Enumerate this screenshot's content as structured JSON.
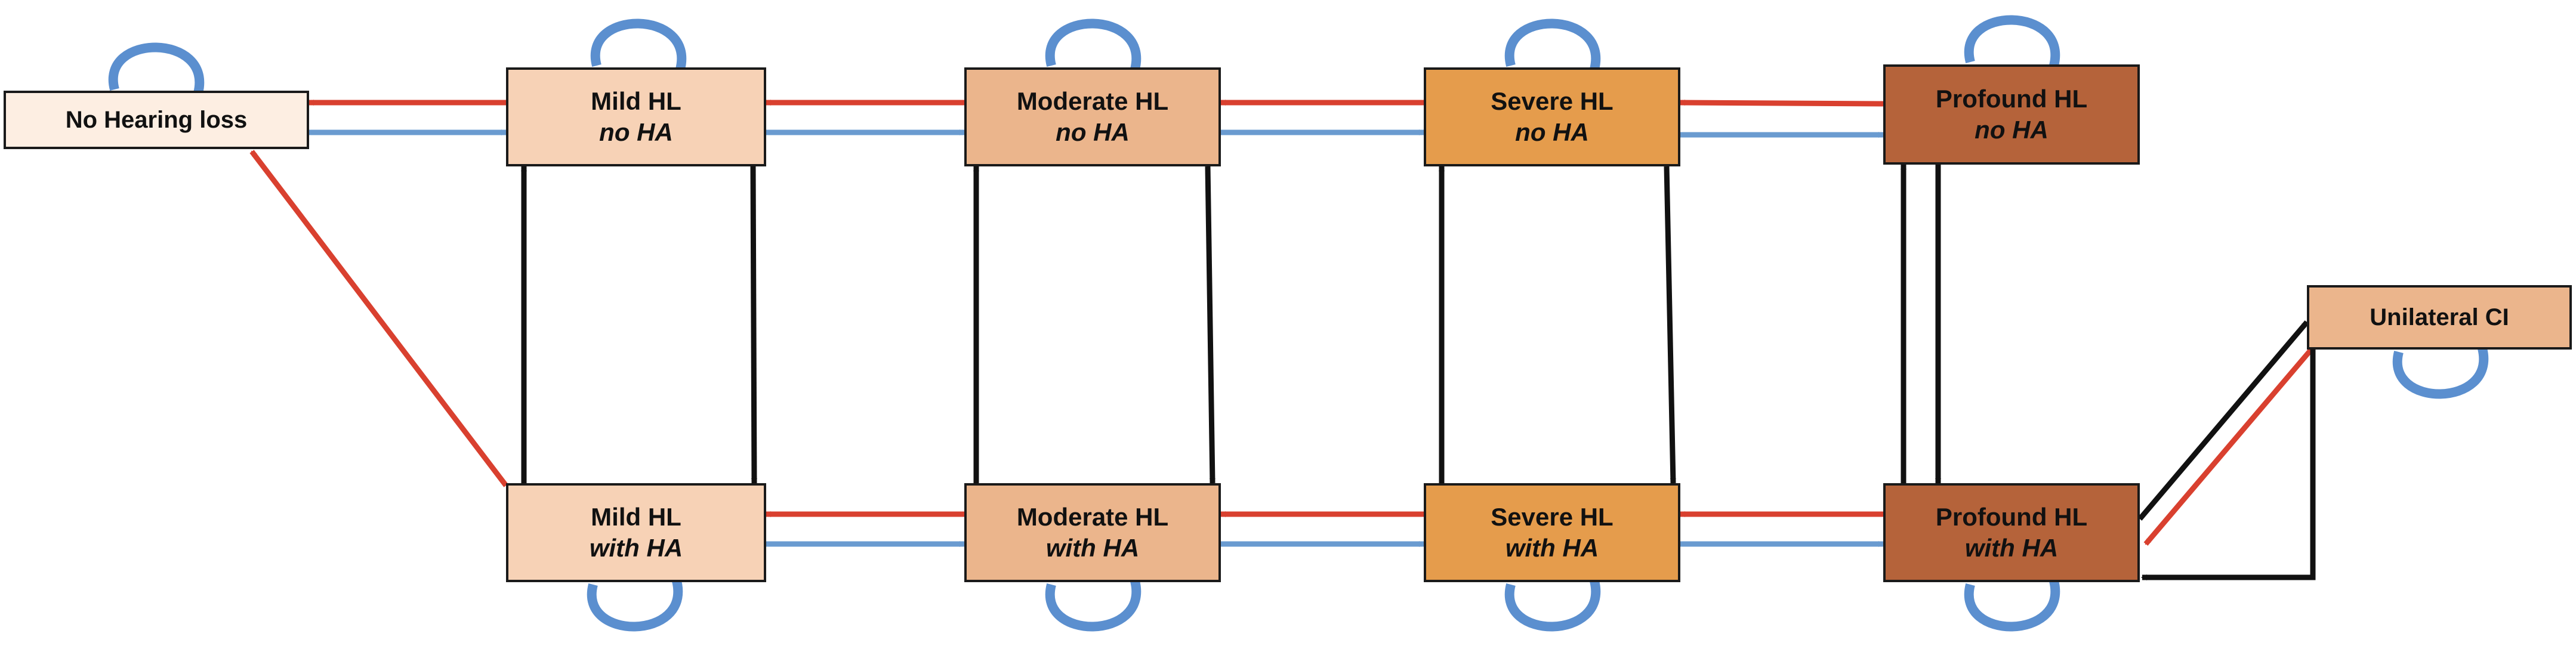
{
  "nodes": {
    "no_hl": {
      "line1": "No Hearing loss",
      "line2": "",
      "fill": "#fdeee2"
    },
    "mild_no_ha": {
      "line1": "Mild HL",
      "line2": "no HA",
      "fill": "#f7d2b6"
    },
    "mod_no_ha": {
      "line1": "Moderate HL",
      "line2": "no HA",
      "fill": "#ebb58c"
    },
    "sev_no_ha": {
      "line1": "Severe HL",
      "line2": "no HA",
      "fill": "#e59c4c"
    },
    "prof_no_ha": {
      "line1": "Profound HL",
      "line2": "no HA",
      "fill": "#b5633a"
    },
    "mild_ha": {
      "line1": "Mild HL",
      "line2": "with HA",
      "fill": "#f7d2b6"
    },
    "mod_ha": {
      "line1": "Moderate HL",
      "line2": "with HA",
      "fill": "#ebb58c"
    },
    "sev_ha": {
      "line1": "Severe HL",
      "line2": "with HA",
      "fill": "#e59c4c"
    },
    "prof_ha": {
      "line1": "Profound HL",
      "line2": "with HA",
      "fill": "#b5633a"
    },
    "uni_ci": {
      "line1": "Unilateral CI",
      "line2": "",
      "fill": "#ebb58c"
    }
  },
  "colors": {
    "red_arrow": "#d9402f",
    "blue_arrow": "#6a9bd0",
    "black_arrow": "#111111",
    "self_loop": "#5b8fcf",
    "border": "#1a1a1a"
  }
}
